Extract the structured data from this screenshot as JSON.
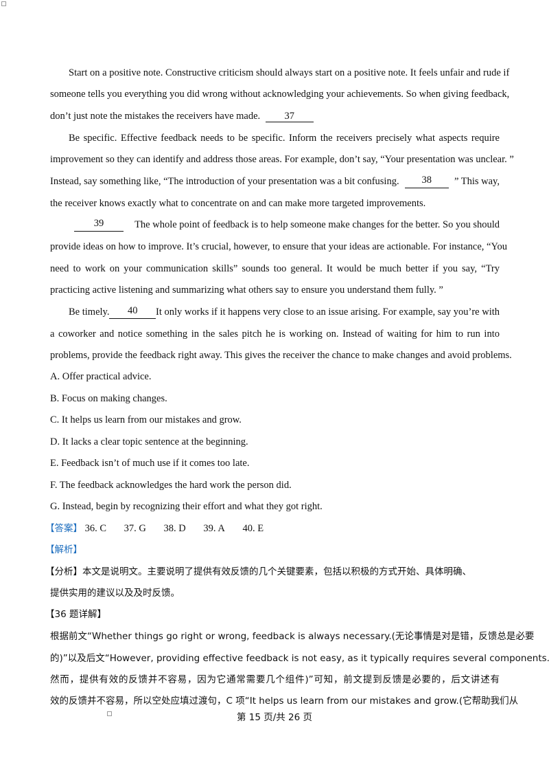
{
  "paragraphs": {
    "p1": {
      "l1": "Start on a positive note. Constructive criticism should always start on a positive note. It feels unfair and rude if",
      "l2": "someone tells you everything you did wrong without acknowledging your achievements. So when giving feedback,",
      "l3_text": "don’t just note the mistakes the receivers have made.",
      "blank37": "37"
    },
    "p2": {
      "l1": "Be specific. Effective feedback needs to be specific. Inform the receivers precisely what aspects require",
      "l2": "improvement so they can identify and address those areas. For example, don’t say, “Your presentation was unclear. ”",
      "l3_pre": "Instead, say something like, “The introduction of your presentation was a bit confusing.",
      "blank38": "38",
      "l3_post": "” This way,",
      "l4": "the receiver knows exactly what to concentrate on and can make more targeted improvements."
    },
    "p3": {
      "blank39": "39",
      "l1_post": "The whole point of feedback is to help someone make changes for the better. So you should",
      "l2": "provide ideas on how to improve. It’s crucial, however, to ensure that your ideas are actionable. For instance, “You",
      "l3": "need to work on your communication skills” sounds too general. It would be much better if you say, “Try",
      "l4": "practicing active listening and summarizing what others say to ensure you understand them fully. ”"
    },
    "p4": {
      "l1_pre": "Be timely.",
      "blank40": "40",
      "l1_post": "It only works if it happens very close to an issue arising. For example, say you’re with",
      "l2": "a coworker and notice something in the sales pitch he is working on. Instead of waiting for him to run into",
      "l3": "problems, provide the feedback right away. This gives the receiver the chance to make changes and avoid problems."
    }
  },
  "options": [
    "A. Offer practical advice.",
    "B. Focus on making changes.",
    "C. It helps us learn from our mistakes and grow.",
    "D. It lacks a clear topic sentence at the beginning.",
    "E. Feedback isn’t of much use if it comes too late.",
    "F. The feedback acknowledges the hard work the person did.",
    "G. Instead, begin by recognizing their effort and what they got right."
  ],
  "answer": {
    "tag": "【答案】",
    "items": [
      "36. C",
      "37. G",
      "38. D",
      "39. A",
      "40. E"
    ]
  },
  "analysis": {
    "tag": "【解析】",
    "summary_tag": "【分析】",
    "summary_l1": "本文是说明文。主要说明了提供有效反馈的几个关键要素，包括以积极的方式开始、具体明确、",
    "summary_l2": "提供实用的建议以及及时反馈。",
    "q36_title": "【36 题详解】",
    "q36_l1": "根据前文“Whether things go right or wrong, feedback is always necessary.(无论事情是对是错，反馈总是必要",
    "q36_l2": "的)”以及后文“However, providing effective feedback is not easy, as it typically requires several components.(",
    "q36_l3": "然而，提供有效的反馈并不容易，因为它通常需要几个组件)”可知，前文提到反馈是必要的，后文讲述有",
    "q36_l4": "效的反馈并不容易，所以空处应填过渡句，C 项“It helps us learn from our mistakes and grow.(它帮助我们从"
  },
  "footer": {
    "page": "第 15 页/共 26 页"
  }
}
